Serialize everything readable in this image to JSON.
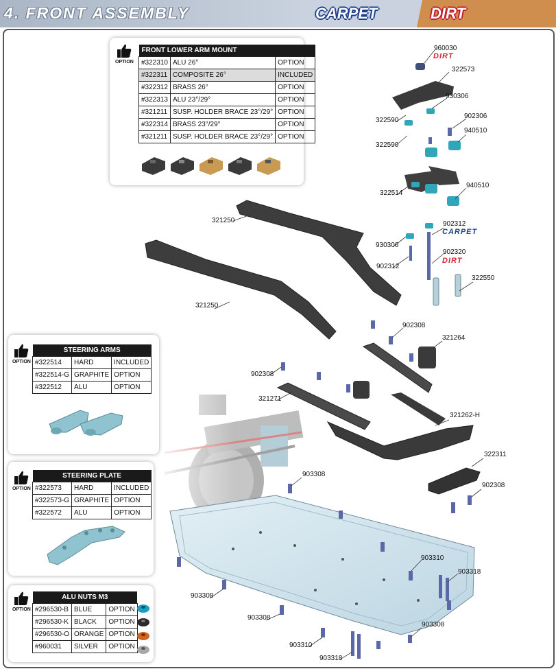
{
  "header": {
    "title": "4. FRONT ASSEMBLY",
    "badge_carpet": "CARPET",
    "badge_dirt": "DIRT"
  },
  "option_label": "OPTION",
  "colors": {
    "carpet_blue": "#213f8e",
    "dirt_red": "#d42331",
    "header_left": "#aab6c6",
    "header_right": "#d08e4e",
    "parts_dark": "#3a3a3a",
    "alu_blue": "#2fa7b8",
    "chassis_blue": "#cfe3ec",
    "screw_blue": "#5a68a8"
  },
  "front_lower_arm_mount": {
    "title": "FRONT LOWER ARM MOUNT",
    "rows": [
      {
        "part": "#322310",
        "desc": "ALU 26°",
        "status": "OPTION"
      },
      {
        "part": "#322311",
        "desc": "COMPOSITE 26°",
        "status": "INCLUDED"
      },
      {
        "part": "#322312",
        "desc": "BRASS 26°",
        "status": "OPTION"
      },
      {
        "part": "#322313",
        "desc": "ALU 23°/29°",
        "status": "OPTION"
      },
      {
        "part": "#321211",
        "desc": "SUSP. HOLDER BRACE 23°/29°",
        "status": "OPTION"
      },
      {
        "part": "#322314",
        "desc": "BRASS 23°/29°",
        "status": "OPTION"
      },
      {
        "part": "#321211",
        "desc": "SUSP. HOLDER BRACE 23°/29°",
        "status": "OPTION"
      }
    ]
  },
  "steering_arms": {
    "title": "STEERING ARMS",
    "rows": [
      {
        "part": "#322514",
        "desc": "HARD",
        "status": "INCLUDED"
      },
      {
        "part": "#322514-G",
        "desc": "GRAPHITE",
        "status": "OPTION"
      },
      {
        "part": "#322512",
        "desc": "ALU",
        "status": "OPTION"
      }
    ]
  },
  "steering_plate": {
    "title": "STEERING PLATE",
    "rows": [
      {
        "part": "#322573",
        "desc": "HARD",
        "status": "INCLUDED"
      },
      {
        "part": "#322573-G",
        "desc": "GRAPHITE",
        "status": "OPTION"
      },
      {
        "part": "#322572",
        "desc": "ALU",
        "status": "OPTION"
      }
    ]
  },
  "alu_nuts": {
    "title": "ALU NUTS M3",
    "rows": [
      {
        "part": "#296530-B",
        "desc": "BLUE",
        "status": "OPTION"
      },
      {
        "part": "#296530-K",
        "desc": "BLACK",
        "status": "OPTION"
      },
      {
        "part": "#296530-O",
        "desc": "ORANGE",
        "status": "OPTION"
      },
      {
        "part": "#960031",
        "desc": "SILVER",
        "status": "OPTION"
      }
    ]
  },
  "callouts": {
    "c960030": "960030",
    "c322573": "322573",
    "c930306a": "930306",
    "c902306": "902306",
    "c940510a": "940510",
    "c322590a": "322590",
    "c322590b": "322590",
    "c322514": "322514",
    "c940510b": "940510",
    "c321250a": "321250",
    "c930306b": "930306",
    "c902312a": "902312",
    "c902312b": "902312",
    "c902320": "902320",
    "c322550": "322550",
    "c321250b": "321250",
    "c902308a": "902308",
    "c321264": "321264",
    "c902308b": "902308",
    "c321271": "321271",
    "c321262h": "321262-H",
    "c322311": "322311",
    "c903308a": "903308",
    "c902308c": "902308",
    "c903310a": "903310",
    "c903318a": "903318",
    "c903308b": "903308",
    "c903308c": "903308",
    "c903308d": "903308",
    "c903310b": "903310",
    "c903318b": "903318"
  },
  "tags": {
    "dirt": "DIRT",
    "carpet": "CARPET"
  }
}
